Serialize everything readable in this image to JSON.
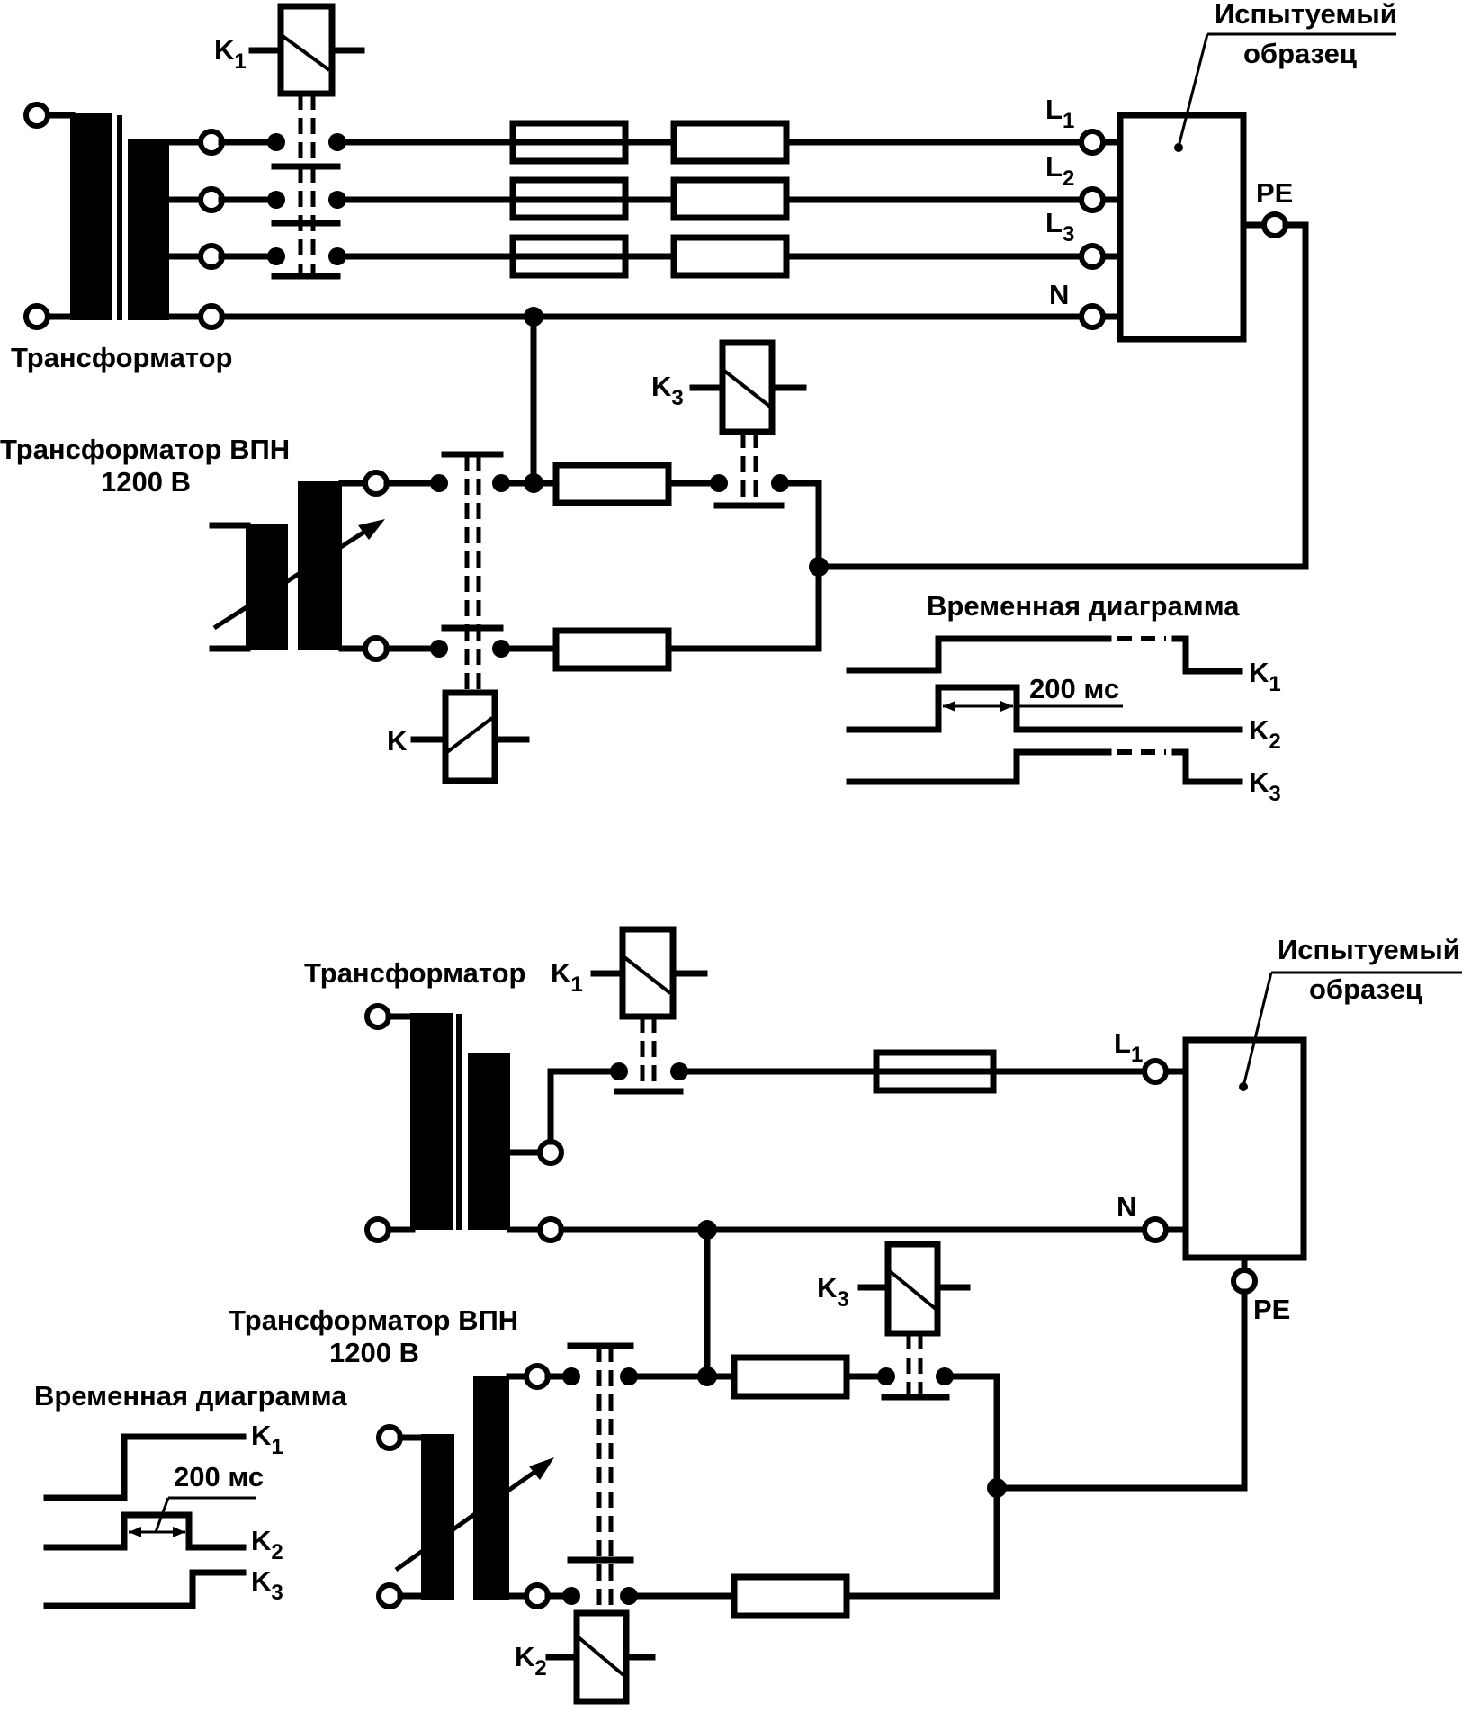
{
  "diagram_top": {
    "transformer_label": "Трансформатор",
    "hv_transformer_label_line1": "Трансформатор ВПН",
    "hv_transformer_label_line2": "1200 В",
    "dut_label_line1": "Испытуемый",
    "dut_label_line2": "образец",
    "terminals": [
      {
        "name": "L",
        "sub": "1"
      },
      {
        "name": "L",
        "sub": "2"
      },
      {
        "name": "L",
        "sub": "3"
      },
      {
        "name": "N",
        "sub": ""
      }
    ],
    "pe_label": "PE",
    "relays": [
      {
        "name": "K",
        "sub": "1"
      },
      {
        "name": "K",
        "sub": "3"
      },
      {
        "name": "K",
        "sub": ""
      }
    ],
    "timing": {
      "title": "Временная диаграмма",
      "pulse_label": "200 мс",
      "signals": [
        {
          "name": "K",
          "sub": "1"
        },
        {
          "name": "K",
          "sub": "2"
        },
        {
          "name": "K",
          "sub": "3"
        }
      ]
    }
  },
  "diagram_bottom": {
    "transformer_label": "Трансформатор",
    "hv_transformer_label_line1": "Трансформатор ВПН",
    "hv_transformer_label_line2": "1200 В",
    "dut_label_line1": "Испытуемый",
    "dut_label_line2": "образец",
    "terminals": [
      {
        "name": "L",
        "sub": "1"
      },
      {
        "name": "N",
        "sub": ""
      }
    ],
    "pe_label": "PE",
    "relays": [
      {
        "name": "K",
        "sub": "1"
      },
      {
        "name": "K",
        "sub": "3"
      },
      {
        "name": "K",
        "sub": "2"
      }
    ],
    "timing": {
      "title": "Временная диаграмма",
      "pulse_label": "200 мс",
      "signals": [
        {
          "name": "K",
          "sub": "1"
        },
        {
          "name": "K",
          "sub": "2"
        },
        {
          "name": "K",
          "sub": "3"
        }
      ]
    }
  }
}
